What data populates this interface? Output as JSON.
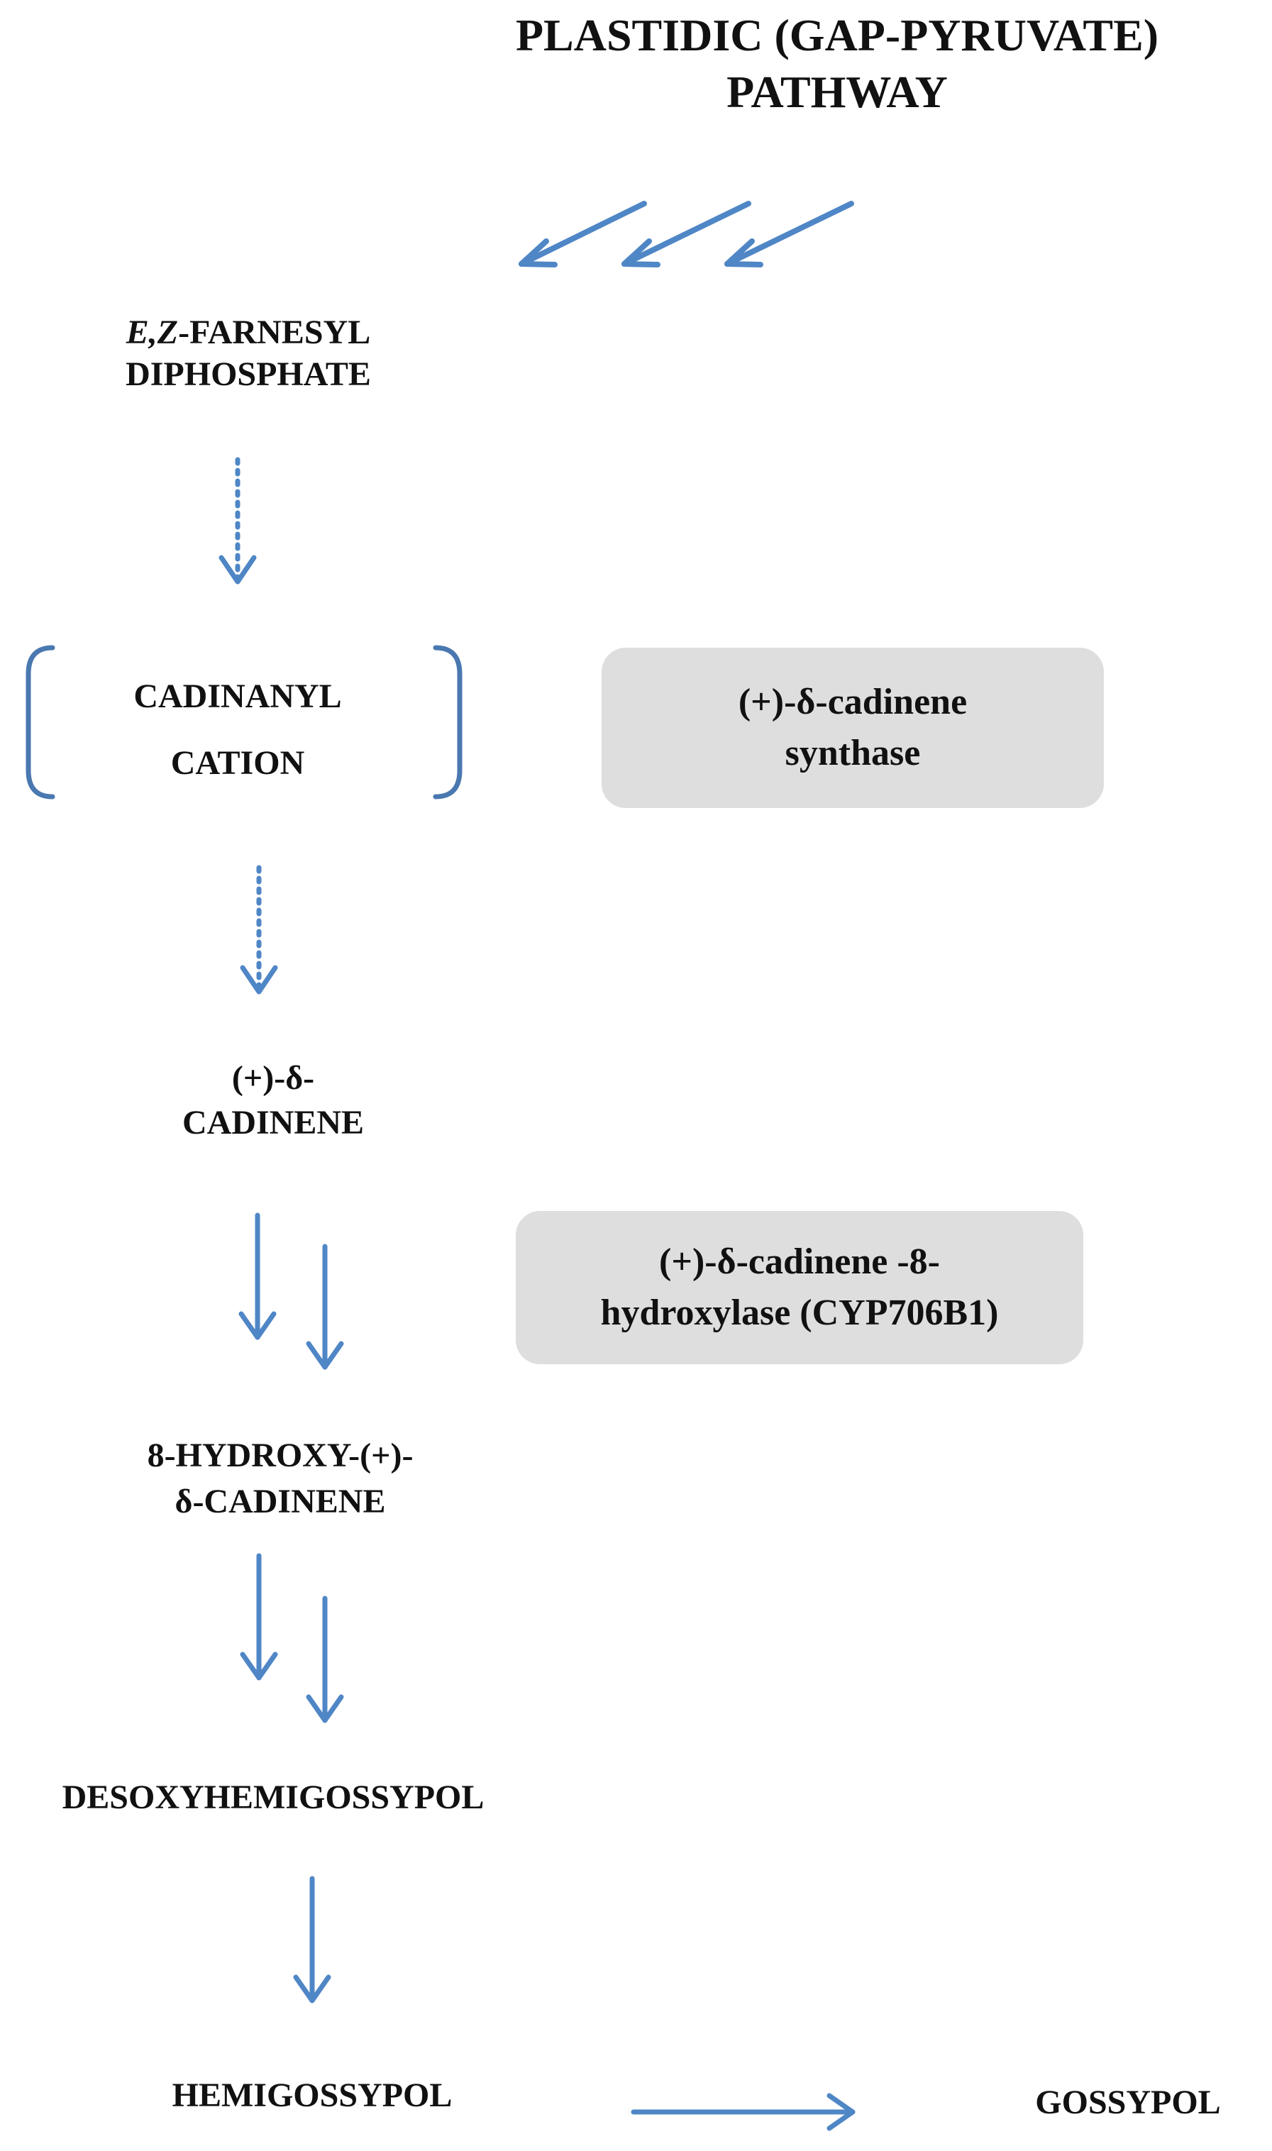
{
  "header": {
    "line1": "PLASTIDIC (GAP-PYRUVATE)",
    "line2": "PATHWAY"
  },
  "compounds": {
    "farnesyl": {
      "prefix": "E,Z",
      "name_rest": "-FARNESYL",
      "line2": "DIPHOSPHATE"
    },
    "cadinanyl": {
      "line1": "CADINANYL",
      "line2": "CATION"
    },
    "cadinene": {
      "line1": "(+)-δ-",
      "line2": "CADINENE"
    },
    "hydroxy_cadinene": {
      "line1": "8-HYDROXY-(+)-",
      "line2": "δ-CADINENE"
    },
    "desoxyhemigossypol": "DESOXYHEMIGOSSYPOL",
    "hemigossypol": "HEMIGOSSYPOL",
    "gossypol": "GOSSYPOL"
  },
  "enzymes": {
    "synthase": {
      "line1": "(+)-δ-cadinene",
      "line2": "synthase"
    },
    "hydroxylase": {
      "line1": "(+)-δ-cadinene -8-",
      "line2": "hydroxylase (CYP706B1)"
    }
  },
  "colors": {
    "arrow": "#4f86c6",
    "bracket": "#4a78b0",
    "enzyme_box": "#dedede",
    "text": "#111111"
  }
}
